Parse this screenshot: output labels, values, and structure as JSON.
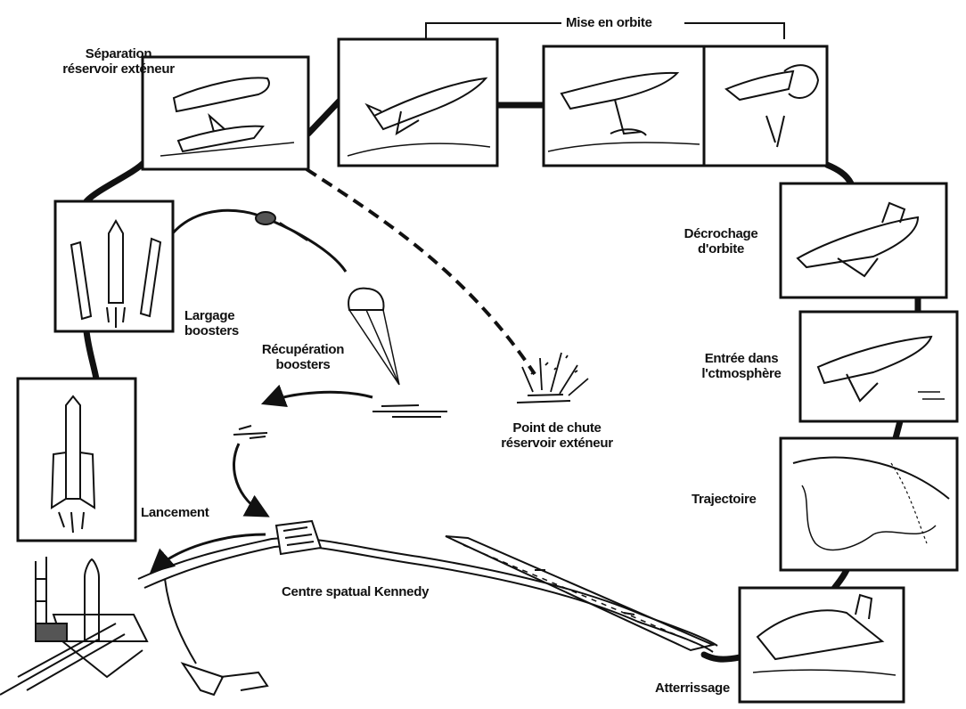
{
  "labels": {
    "mise_en_orbite": "Mise en orbite",
    "separation_1": "Séparation",
    "separation_2": "réservoir exténeur",
    "largage_1": "Largage",
    "largage_2": "boosters",
    "recuperation_1": "Récupération",
    "recuperation_2": "boosters",
    "point_chute_1": "Point de chute",
    "point_chute_2": "réservoir exténeur",
    "lancement": "Lancement",
    "centre": "Centre spatual Kennedy",
    "decrochage_1": "Décrochage",
    "decrochage_2": "d'orbite",
    "entree_1": "Entrée dans",
    "entree_2": "l'ctmosphère",
    "trajectoire": "Trajectoire",
    "atterrissage": "Atterrissage"
  },
  "colors": {
    "ink": "#111111",
    "panel_fill": "#ffffff",
    "background": "#ffffff"
  },
  "icons": {
    "shuttle": "space-shuttle-sketch",
    "parachute": "parachute-sketch",
    "splash": "splash-sketch",
    "launch_pad": "launch-pad-sketch"
  }
}
